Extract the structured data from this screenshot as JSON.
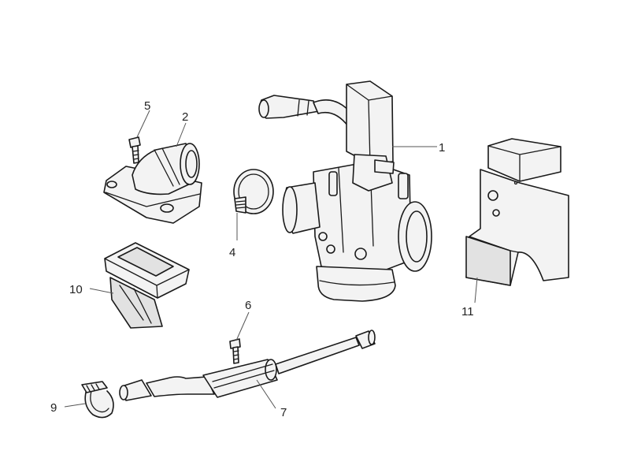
{
  "diagram": {
    "callouts": [
      {
        "id": "1",
        "label": "1"
      },
      {
        "id": "2",
        "label": "2"
      },
      {
        "id": "4",
        "label": "4"
      },
      {
        "id": "5",
        "label": "5"
      },
      {
        "id": "6",
        "label": "6"
      },
      {
        "id": "7",
        "label": "7"
      },
      {
        "id": "9",
        "label": "9"
      },
      {
        "id": "10",
        "label": "10"
      },
      {
        "id": "11",
        "label": "11"
      }
    ],
    "parts": [
      "carburetor",
      "intake-manifold",
      "hose-clamp",
      "manifold-screw",
      "muffler-screw",
      "intake-pipe",
      "pipe-clamp",
      "reed-valve",
      "heat-shield-cover"
    ]
  }
}
